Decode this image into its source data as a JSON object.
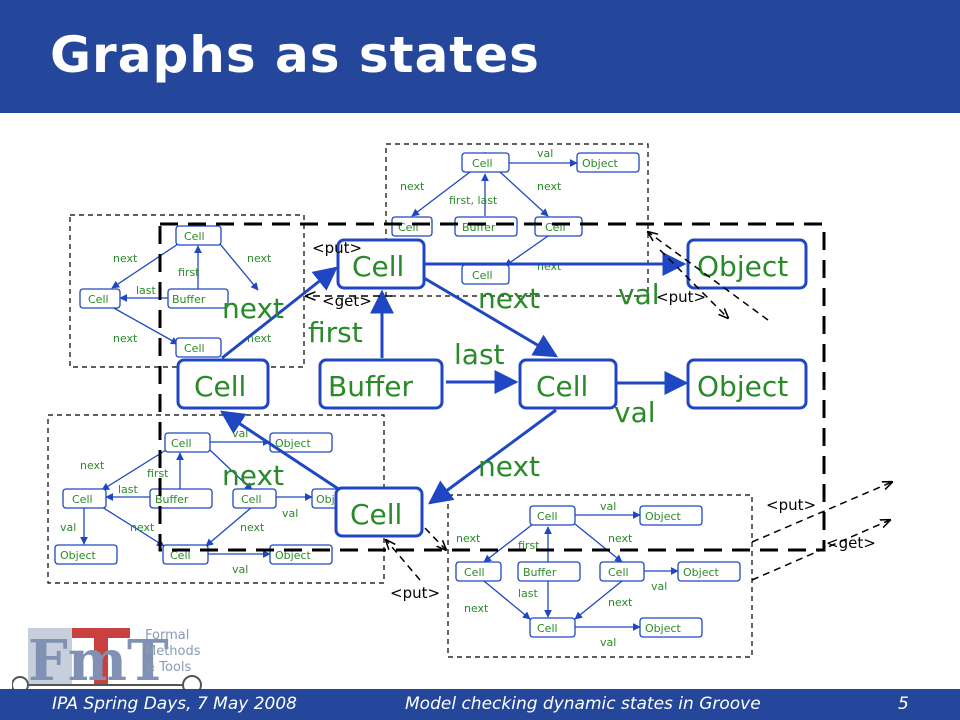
{
  "slide": {
    "title": "Graphs as states",
    "footer_left": "IPA Spring Days, 7 May 2008",
    "footer_center": "Model checking dynamic states in Groove",
    "page_number": "5"
  },
  "logo": {
    "letters": "FmT",
    "line1": "Formal",
    "line2": "Methods",
    "line3": "& Tools"
  },
  "labels": {
    "cell": "Cell",
    "buffer": "Buffer",
    "object": "Object",
    "next": "next",
    "first": "first",
    "last": "last",
    "val": "val",
    "first_last": "first, last",
    "put": "<put>",
    "get": "<get>"
  },
  "colors": {
    "title_bar": "#24479b",
    "node_stroke": "#1f47c4",
    "text_green": "#2a8a2a",
    "edge": "#1f47c4",
    "dash": "#000000"
  }
}
